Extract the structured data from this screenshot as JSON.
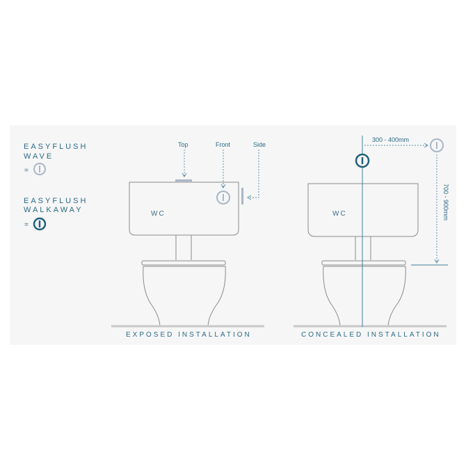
{
  "legend": {
    "items": [
      {
        "title_line1": "EASYFLUSH",
        "title_line2": "WAVE",
        "equals": "=",
        "icon": "sensor-button-light-icon",
        "color": "#a9b6c8"
      },
      {
        "title_line1": "EASYFLUSH",
        "title_line2": "WALKAWAY",
        "equals": "=",
        "icon": "sensor-button-dark-icon",
        "color": "#1f6079"
      }
    ]
  },
  "exposed": {
    "positions": {
      "top": "Top",
      "front": "Front",
      "side": "Side"
    },
    "wc_label": "WC",
    "caption": "EXPOSED INSTALLATION"
  },
  "concealed": {
    "horizontal_dimension": "300 - 400mm",
    "vertical_dimension": "700 - 900mm",
    "wc_label": "WC",
    "caption": "CONCEALED INSTALLATION"
  },
  "colors": {
    "panel_bg": "#f6f6f6",
    "accent": "#2a6a86",
    "line": "#8a8a8a",
    "floor": "#c8c8c8",
    "wave_icon": "#a9b6c8",
    "walkaway_icon": "#1f6079"
  }
}
